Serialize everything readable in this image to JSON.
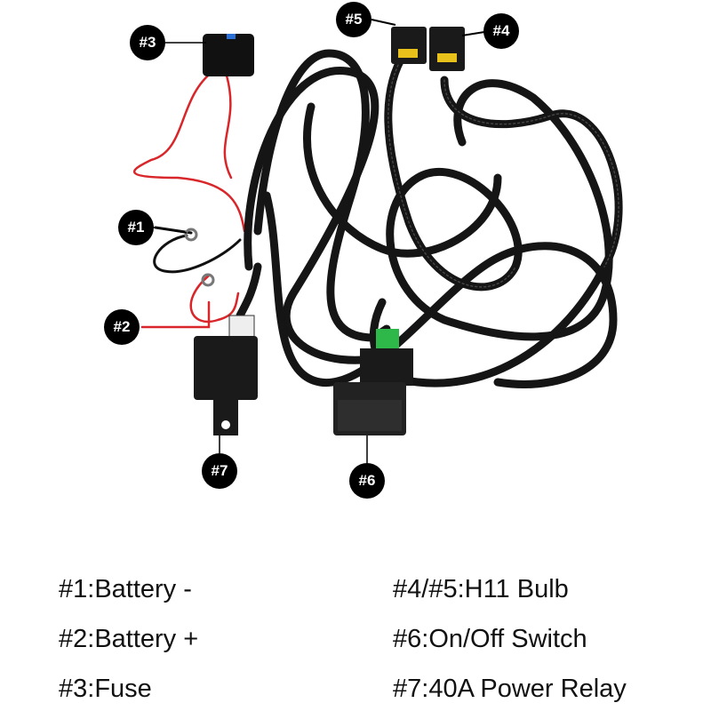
{
  "callouts": [
    {
      "id": "#3",
      "name": "fuse"
    },
    {
      "id": "#1",
      "name": "battery-negative"
    },
    {
      "id": "#2",
      "name": "battery-positive"
    },
    {
      "id": "#5",
      "name": "h11-bulb-connector-5"
    },
    {
      "id": "#4",
      "name": "h11-bulb-connector-4"
    },
    {
      "id": "#7",
      "name": "relay"
    },
    {
      "id": "#6",
      "name": "switch"
    }
  ],
  "legend": [
    "#1:Battery -",
    "#2:Battery +",
    "#3:Fuse",
    "#4/#5:H11 Bulb",
    "#6:On/Off Switch",
    "#7:40A Power Relay"
  ],
  "colors": {
    "wire": "#111111",
    "red_wire": "#d8262a",
    "connector_yellow": "#e8c21a",
    "switch_green": "#2fb84a"
  }
}
